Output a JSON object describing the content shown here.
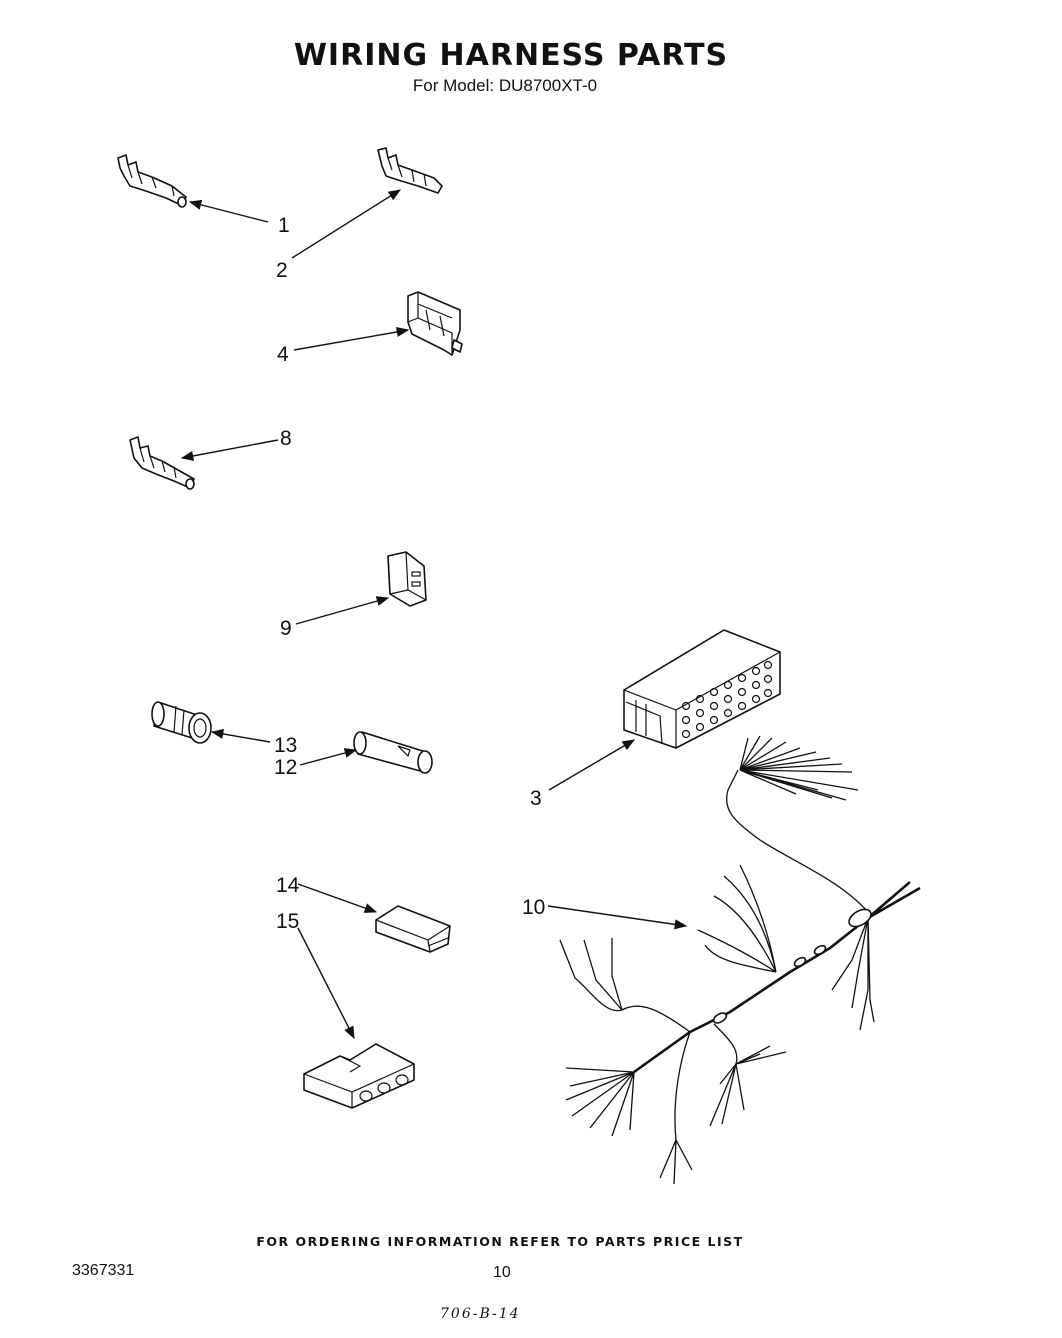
{
  "header": {
    "title": "WIRING HARNESS PARTS",
    "subtitle": "For Model: DU8700XT-0"
  },
  "callouts": {
    "c1": "1",
    "c2": "2",
    "c3": "3",
    "c4": "4",
    "c8": "8",
    "c9": "9",
    "c10": "10",
    "c12": "12",
    "c13": "13",
    "c14": "14",
    "c15": "15"
  },
  "footer": {
    "ordering_note": "FOR ORDERING INFORMATION REFER TO PARTS PRICE LIST",
    "document_number": "3367331",
    "page_number": "10",
    "handwritten_note": "706-B-14"
  }
}
